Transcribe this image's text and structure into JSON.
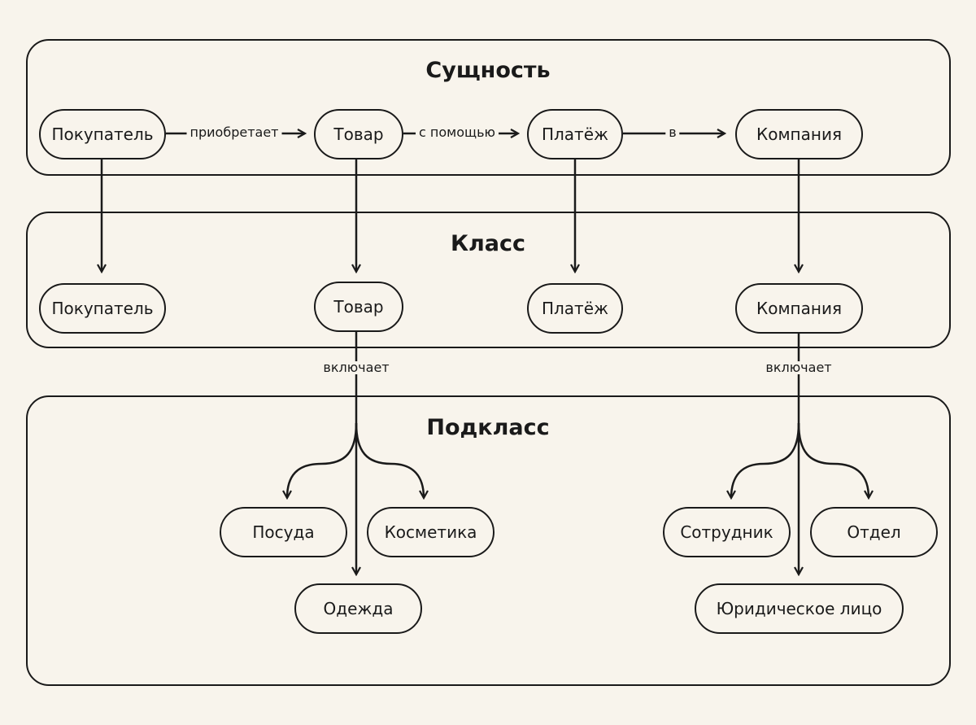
{
  "groups": {
    "entity": {
      "title": "Сущность"
    },
    "class": {
      "title": "Класс"
    },
    "subclass": {
      "title": "Подкласс"
    }
  },
  "entity_nodes": {
    "buyer": "Покупатель",
    "product": "Товар",
    "payment": "Платёж",
    "company": "Компания"
  },
  "class_nodes": {
    "buyer": "Покупатель",
    "product": "Товар",
    "payment": "Платёж",
    "company": "Компания"
  },
  "subclass_nodes": {
    "dishes": "Посуда",
    "cosmetics": "Косметика",
    "clothing": "Одежда",
    "employee": "Сотрудник",
    "department": "Отдел",
    "legal_entity": "Юридическое лицо"
  },
  "edge_labels": {
    "acquires": "приобретает",
    "with_help_of": "с помощью",
    "in": "в",
    "product_includes": "включает",
    "company_includes": "включает"
  },
  "colors": {
    "background": "#f8f4ec",
    "stroke": "#1a1a1a"
  }
}
